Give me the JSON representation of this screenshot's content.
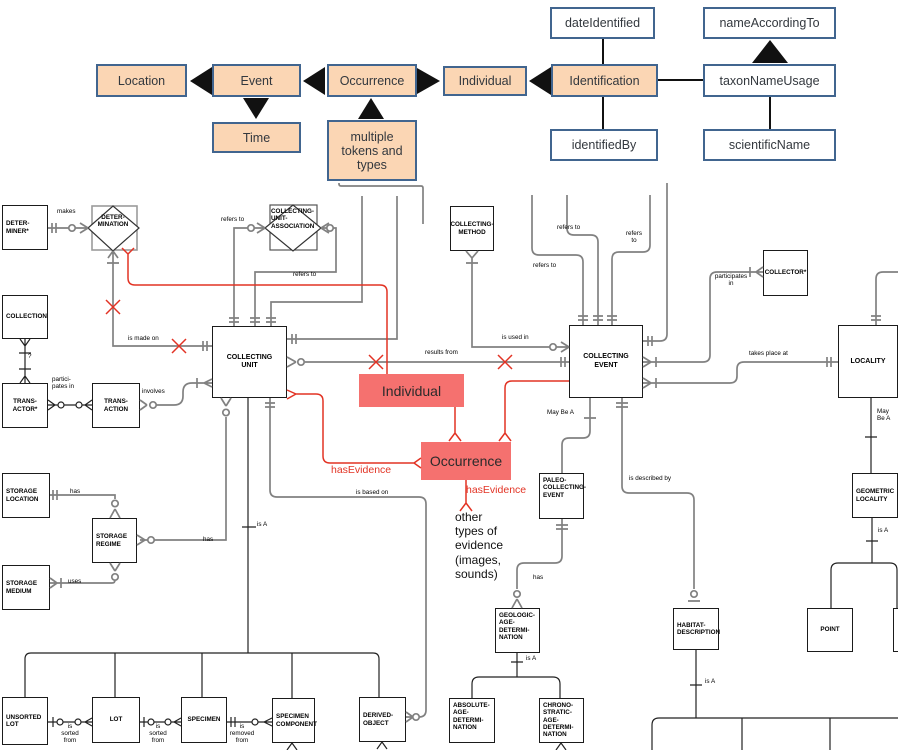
{
  "flow": {
    "entities": [
      {
        "id": "location",
        "label": "Location"
      },
      {
        "id": "event",
        "label": "Event"
      },
      {
        "id": "occurrence",
        "label": "Occurrence"
      },
      {
        "id": "individual",
        "label": "Individual"
      },
      {
        "id": "identification",
        "label": "Identification"
      },
      {
        "id": "time",
        "label": "Time"
      },
      {
        "id": "multiple_tokens",
        "label": "multiple\ntokens and\ntypes"
      }
    ],
    "attributes": [
      {
        "id": "date_identified",
        "label": "dateIdentified"
      },
      {
        "id": "name_according_to",
        "label": "nameAccordingTo"
      },
      {
        "id": "taxon_name_usage",
        "label": "taxonNameUsage"
      },
      {
        "id": "identified_by",
        "label": "identifiedBy"
      },
      {
        "id": "scientific_name",
        "label": "scientificName"
      }
    ]
  },
  "er": {
    "entities": [
      {
        "id": "determiner",
        "label": "DETER-\nMINER*"
      },
      {
        "id": "determination",
        "label": "DETER-\nMINATION"
      },
      {
        "id": "collecting_unit_association",
        "label": "COLLECTING-\nUNIT-\nASSOCIATION"
      },
      {
        "id": "collection",
        "label": "COLLECTION"
      },
      {
        "id": "transactor",
        "label": "TRANS-\nACTOR*"
      },
      {
        "id": "transaction",
        "label": "TRANS-\nACTION"
      },
      {
        "id": "collecting_unit",
        "label": "COLLECTING\nUNIT"
      },
      {
        "id": "collecting_method",
        "label": "COLLECTING-\nMETHOD"
      },
      {
        "id": "collecting_event",
        "label": "COLLECTING\nEVENT"
      },
      {
        "id": "collector",
        "label": "COLLECTOR*"
      },
      {
        "id": "locality",
        "label": "LOCALITY"
      },
      {
        "id": "storage_location",
        "label": "STORAGE\nLOCATION"
      },
      {
        "id": "storage_regime",
        "label": "STORAGE\nREGIME"
      },
      {
        "id": "storage_medium",
        "label": "STORAGE\nMEDIUM"
      },
      {
        "id": "unsorted_lot",
        "label": "UNSORTED\nLOT"
      },
      {
        "id": "lot",
        "label": "LOT"
      },
      {
        "id": "specimen",
        "label": "SPECIMEN"
      },
      {
        "id": "specimen_component",
        "label": "SPECIMEN\nCOMPONENT"
      },
      {
        "id": "derived_object",
        "label": "DERIVED-\nOBJECT"
      },
      {
        "id": "absolute_age_determination",
        "label": "ABSOLUTE-\nAGE-DETERMI-\nNATION"
      },
      {
        "id": "chrono_stratic_age_determination",
        "label": "CHRONO-\nSTRATIC-AGE-\nDETERMI-\nNATION"
      },
      {
        "id": "geologic_age_determination",
        "label": "GEOLOGIC-\nAGE-DETERMI-\nNATION"
      },
      {
        "id": "paleo_collecting_event",
        "label": "PALEO-\nCOLLECTING-\nEVENT"
      },
      {
        "id": "habitat_description",
        "label": "HABITAT-\nDESCRIPTION"
      },
      {
        "id": "point",
        "label": "POINT"
      },
      {
        "id": "geometric_locality",
        "label": "GEOMETRIC\nLOCALITY"
      }
    ],
    "labels": {
      "makes": "makes",
      "refers_to": "refers to",
      "refers_to_2line": "refers\nto",
      "is_made_on": "is made on",
      "participates_in_2line": "partici-\npates in",
      "involves": "involves",
      "question": "?",
      "has": "has",
      "uses": "uses",
      "is_a": "is A",
      "is_sorted_from": "is\nsorted\nfrom",
      "is_removed_from": "is\nremoved\nfrom",
      "is_based_on": "is based on",
      "is_used_in": "is used in",
      "results_from": "results from",
      "participates_in": "participates\nin",
      "takes_place_at": "takes place at",
      "may_be_a": "May Be A",
      "is_described_by": "is described by"
    },
    "red_annotations": {
      "individual": "Individual",
      "occurrence": "Occurrence",
      "has_evidence": "hasEvidence",
      "other_evidence": "other\ntypes of\nevidence\n(images,\nsounds)"
    }
  },
  "colors": {
    "flow_box_fill": "#FBD6B4",
    "flow_box_border": "#41658F",
    "red_line": "#E23324",
    "red_overlay_fill": "#F5716F",
    "gray_line": "#818181"
  }
}
